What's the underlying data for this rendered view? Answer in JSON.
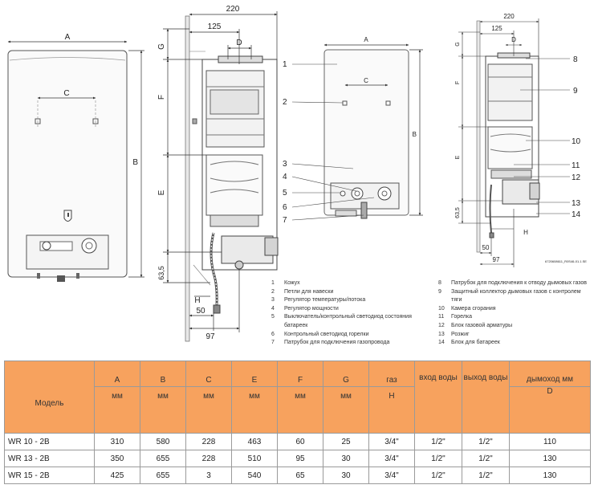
{
  "dims": {
    "left": {
      "w220": "220",
      "w125": "125",
      "d": "D",
      "a": "A",
      "c": "C",
      "b": "B",
      "g": "G",
      "f": "F",
      "e": "E",
      "h635": "63,5",
      "h": "H",
      "w50": "50",
      "w97": "97"
    },
    "right": {
      "w220": "220",
      "w125": "125",
      "d": "D",
      "a": "A",
      "c": "C",
      "b": "B",
      "g": "G",
      "f": "F",
      "e": "E",
      "h635": "63,5",
      "h": "H",
      "w50": "50",
      "w97": "97"
    }
  },
  "callouts": [
    "1",
    "2",
    "3",
    "4",
    "5",
    "6",
    "7",
    "8",
    "9",
    "10",
    "11",
    "12",
    "13",
    "14"
  ],
  "drawing_code": "6720608611_R0S46-01.1.SE",
  "legend": {
    "left": [
      {
        "n": "1",
        "t": "Кожух"
      },
      {
        "n": "2",
        "t": "Петли для навески"
      },
      {
        "n": "3",
        "t": "Регулятор температуры/потока"
      },
      {
        "n": "4",
        "t": "Регулятор мощности"
      },
      {
        "n": "5",
        "t": "Выключатель/контрольный светодиод состояния батареек"
      },
      {
        "n": "6",
        "t": "Контрольный светодиод горелки"
      },
      {
        "n": "7",
        "t": "Патрубок для подключения газопровода"
      }
    ],
    "right": [
      {
        "n": "8",
        "t": "Патрубок для подключения к отводу дымовых газов"
      },
      {
        "n": "9",
        "t": "Защитный коллектор дымовых газов с контролем тяги"
      },
      {
        "n": "10",
        "t": "Камера сгорания"
      },
      {
        "n": "11",
        "t": "Горелка"
      },
      {
        "n": "12",
        "t": "Блок газовой арматуры"
      },
      {
        "n": "13",
        "t": "Розжиг"
      },
      {
        "n": "14",
        "t": "Блок для батареек"
      }
    ]
  },
  "table": {
    "model_label": "Модель",
    "cols": [
      {
        "top": "A",
        "bottom": "мм"
      },
      {
        "top": "B",
        "bottom": "мм"
      },
      {
        "top": "C",
        "bottom": "мм"
      },
      {
        "top": "E",
        "bottom": "мм"
      },
      {
        "top": "F",
        "bottom": "мм"
      },
      {
        "top": "G",
        "bottom": "мм"
      },
      {
        "top": "газ",
        "bottom": "H"
      },
      {
        "top": "вход воды",
        "bottom": ""
      },
      {
        "top": "выход воды",
        "bottom": ""
      },
      {
        "top": "дымоход мм",
        "bottom": "D"
      }
    ],
    "rows": [
      {
        "model": "WR 10 - 2B",
        "values": [
          "310",
          "580",
          "228",
          "463",
          "60",
          "25",
          "3/4\"",
          "1/2\"",
          "1/2\"",
          "110"
        ]
      },
      {
        "model": "WR 13 - 2B",
        "values": [
          "350",
          "655",
          "228",
          "510",
          "95",
          "30",
          "3/4\"",
          "1/2\"",
          "1/2\"",
          "130"
        ]
      },
      {
        "model": "WR 15 - 2B",
        "values": [
          "425",
          "655",
          "3",
          "540",
          "65",
          "30",
          "3/4\"",
          "1/2\"",
          "1/2\"",
          "130"
        ]
      }
    ]
  }
}
